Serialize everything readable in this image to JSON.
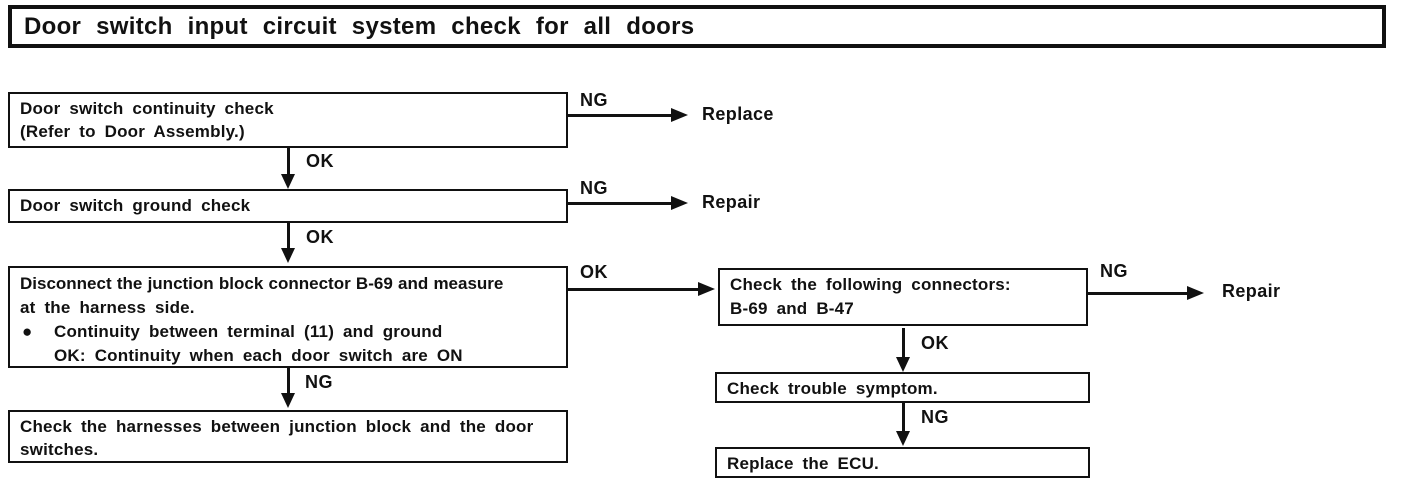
{
  "title": "Door switch input circuit system check for all doors",
  "labels": {
    "ok": "OK",
    "ng": "NG"
  },
  "flow": {
    "box_continuity": {
      "line1": "Door switch continuity check",
      "line2": "(Refer to Door Assembly.)"
    },
    "result_replace": "Replace",
    "box_ground": {
      "line1": "Door switch ground check"
    },
    "result_repair_1": "Repair",
    "box_junction": {
      "line1": "Disconnect the junction block connector B-69 and measure",
      "line2": "at the harness side.",
      "bullet_glyph": "●",
      "bullet_text": "Continuity between terminal (11) and ground",
      "ok_label": "OK:",
      "ok_text": "Continuity when each door switch are ON"
    },
    "box_harness": {
      "line1": "Check the harnesses between junction block and the door",
      "line2": "switches."
    },
    "box_connectors": {
      "line1": "Check the following connectors:",
      "line2": "B-69 and B-47"
    },
    "result_repair_2": "Repair",
    "box_symptom": {
      "line1": "Check trouble symptom."
    },
    "box_ecu": {
      "line1": "Replace the ECU."
    }
  }
}
